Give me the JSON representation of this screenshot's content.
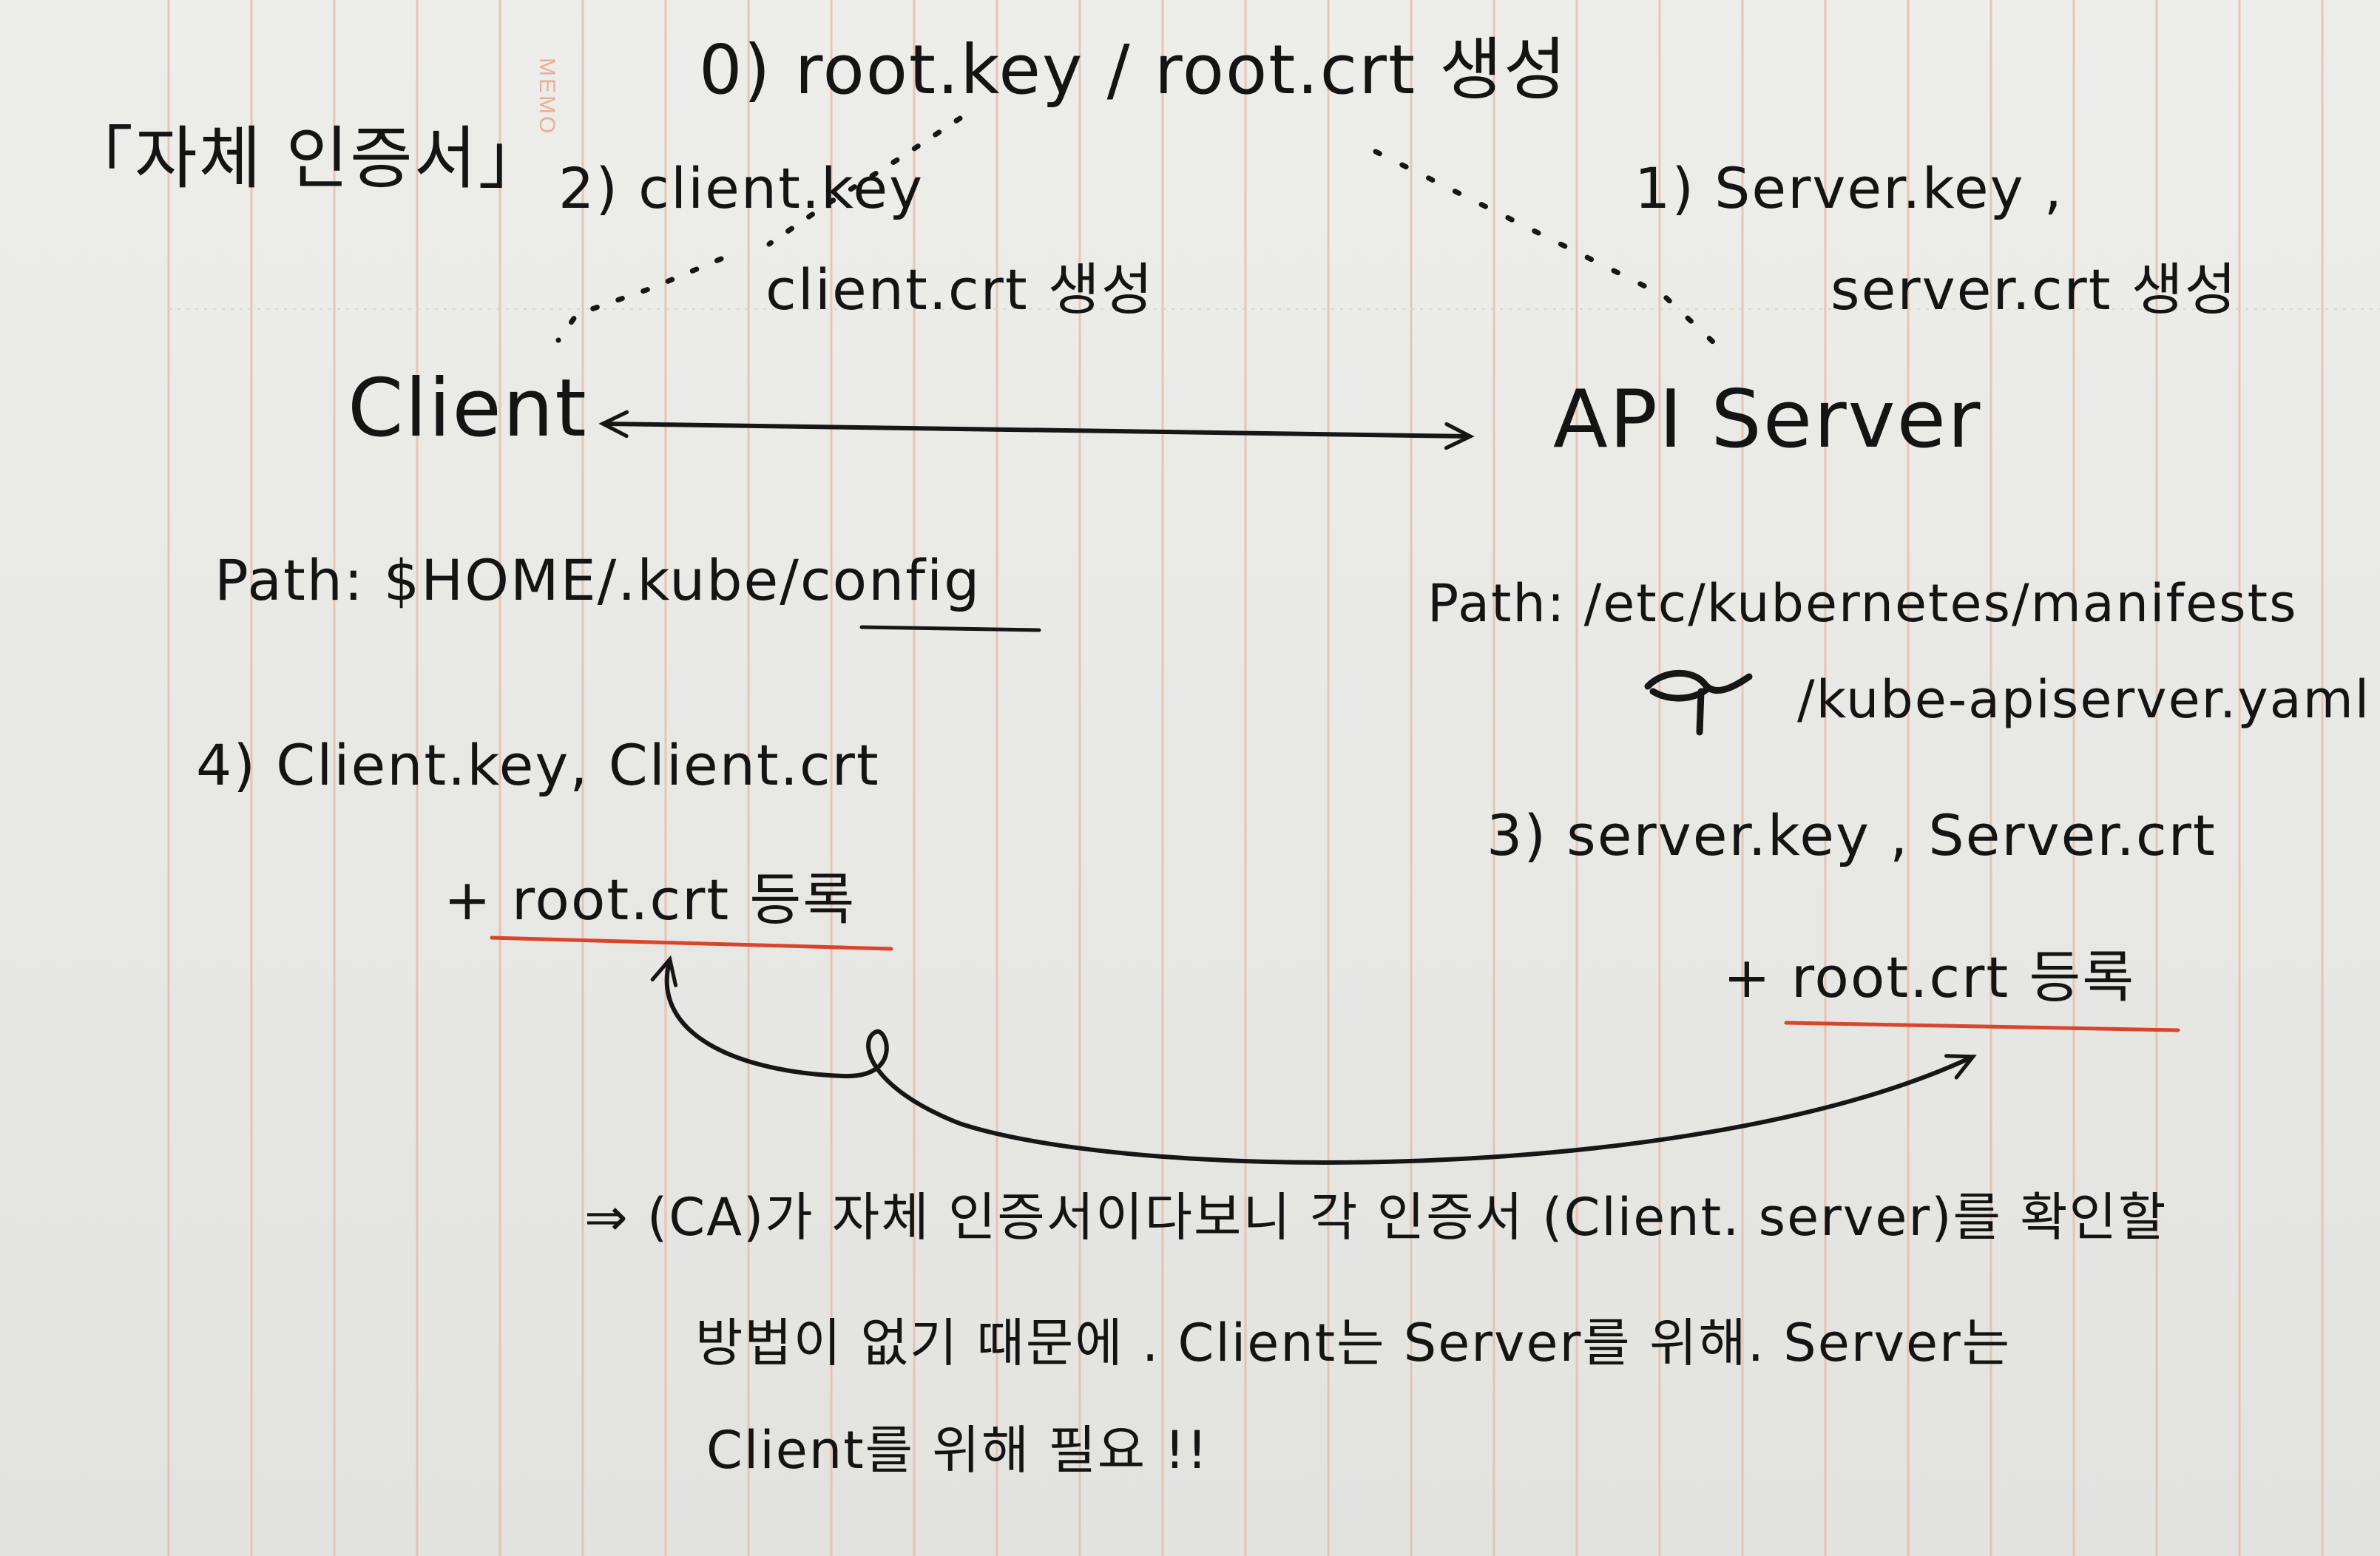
{
  "colors": {
    "paper": "#ebebe8",
    "ink": "#161616",
    "rule_line": "#e9b7a6",
    "underline": "#d9442a",
    "memo": "#e8a48c"
  },
  "memo_label": "MEMO",
  "title": "「자체 인증서」",
  "step0": "0) root.key / root.crt 생성",
  "step1": {
    "line1": "1) Server.key ,",
    "line2": "server.crt 생성"
  },
  "step2": {
    "line1": "2) client.key",
    "line2": "client.crt 생성"
  },
  "nodes": {
    "client": "Client",
    "server": "API Server"
  },
  "client_side": {
    "path": "Path: $HOME/.kube/config",
    "step4": "4) Client.key, Client.crt",
    "register": "+ root.crt 등록"
  },
  "server_side": {
    "path_line1": "Path: /etc/kubernetes/manifests",
    "path_line2": "/kube-apiserver.yaml",
    "step3": "3) server.key , Server.crt",
    "register": "+ root.crt 등록"
  },
  "conclusion": {
    "line1": "⇒ (CA)가 자체 인증서이다보니  각 인증서 (Client. server)를 확인할",
    "line2": "방법이 없기 때문에 . Client는 Server를 위해.  Server는",
    "line3": "Client를 위해 필요 !!"
  }
}
